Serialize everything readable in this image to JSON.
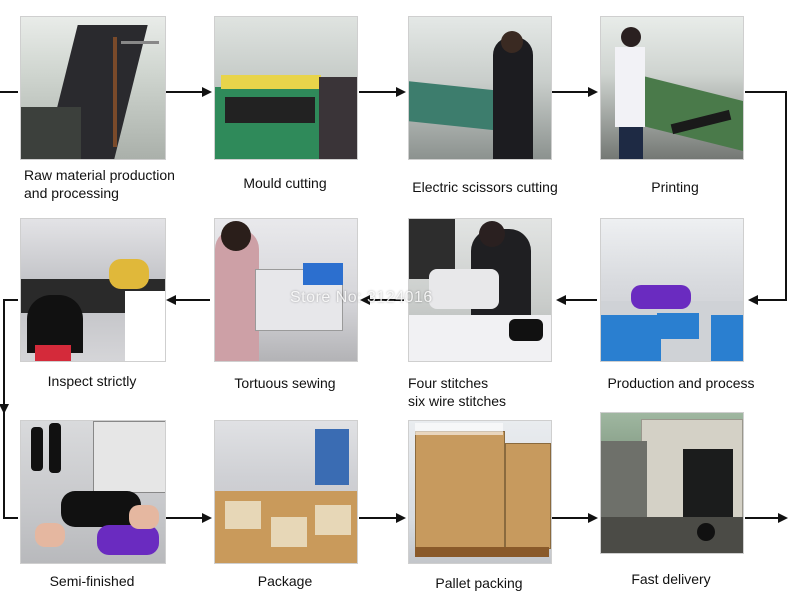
{
  "watermark": "Store No: 3124016",
  "steps": [
    {
      "label": "Raw material production\nand processing"
    },
    {
      "label": "Mould cutting"
    },
    {
      "label": "Electric scissors cutting"
    },
    {
      "label": "Printing"
    },
    {
      "label": "Production and process"
    },
    {
      "label": "Four stitches\nsix wire stitches"
    },
    {
      "label": "Tortuous sewing"
    },
    {
      "label": "Inspect strictly"
    },
    {
      "label": "Semi-finished"
    },
    {
      "label": "Package"
    },
    {
      "label": "Pallet packing"
    },
    {
      "label": "Fast delivery"
    }
  ],
  "colors": {
    "arrow": "#111111",
    "text": "#111111",
    "floor_green": "#4a7a4a",
    "blue_bins": "#2a7fd0",
    "purple_fabric": "#6a2bc0",
    "cardboard": "#c99a5b"
  }
}
